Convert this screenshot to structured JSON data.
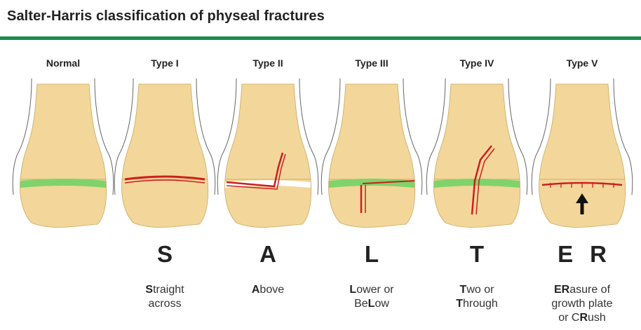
{
  "title": "Salter-Harris classification of physeal fractures",
  "colors": {
    "accent_rule": "#1a8a4d",
    "bone_fill": "#f3d69a",
    "physis": "#7fd36a",
    "fracture": "#cc1f1f"
  },
  "columns": [
    {
      "type": "Normal",
      "letter": "",
      "caption_parts": []
    },
    {
      "type": "Type I",
      "letter": "S",
      "caption_parts": [
        [
          "S",
          "b"
        ],
        [
          "traight",
          ""
        ],
        [
          "\n",
          ""
        ],
        [
          "across",
          ""
        ]
      ]
    },
    {
      "type": "Type II",
      "letter": "A",
      "caption_parts": [
        [
          "A",
          "b"
        ],
        [
          "bove",
          ""
        ]
      ]
    },
    {
      "type": "Type III",
      "letter": "L",
      "caption_parts": [
        [
          "L",
          "b"
        ],
        [
          "ower or",
          ""
        ],
        [
          "\n",
          ""
        ],
        [
          "Be",
          ""
        ],
        [
          "L",
          "b"
        ],
        [
          "ow",
          ""
        ]
      ]
    },
    {
      "type": "Type IV",
      "letter": "T",
      "caption_parts": [
        [
          "T",
          "b"
        ],
        [
          "wo or",
          ""
        ],
        [
          "\n",
          ""
        ],
        [
          "T",
          "b"
        ],
        [
          "hrough",
          ""
        ]
      ]
    },
    {
      "type": "Type V",
      "letter": "ER",
      "caption_parts": [
        [
          "ER",
          "b"
        ],
        [
          "asure of",
          ""
        ],
        [
          "\n",
          ""
        ],
        [
          "growth plate",
          ""
        ],
        [
          "\n",
          ""
        ],
        [
          "or C",
          ""
        ],
        [
          "R",
          "b"
        ],
        [
          "ush",
          ""
        ]
      ]
    }
  ]
}
